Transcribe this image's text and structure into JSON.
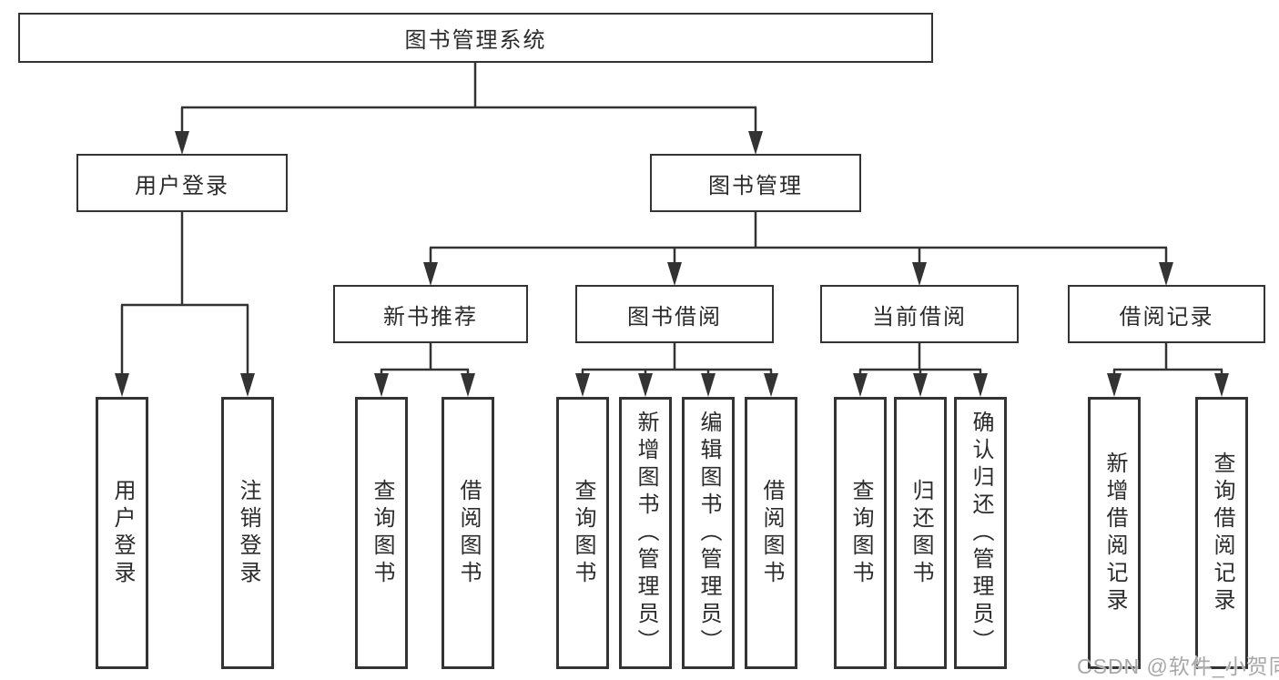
{
  "colors": {
    "line": "#333333",
    "box_border": "#333333",
    "text": "#2b2b2b",
    "watermark": "#a8a8a8",
    "background": "#ffffff"
  },
  "tree": {
    "root": "图书管理系统",
    "branches": [
      {
        "label": "用户登录",
        "children": [
          "用户登录",
          "注销登录"
        ]
      },
      {
        "label": "图书管理",
        "groups": [
          {
            "label": "新书推荐",
            "children": [
              "查询图书",
              "借阅图书"
            ]
          },
          {
            "label": "图书借阅",
            "children": [
              "查询图书",
              "新增图书（管理员）",
              "编辑图书（管理员）",
              "借阅图书"
            ]
          },
          {
            "label": "当前借阅",
            "children": [
              "查询图书",
              "归还图书",
              "确认归还（管理员）"
            ]
          },
          {
            "label": "借阅记录",
            "children": [
              "新增借阅记录",
              "查询借阅记录"
            ]
          }
        ]
      }
    ]
  },
  "watermark": "CSDN @软件_小贺同学"
}
